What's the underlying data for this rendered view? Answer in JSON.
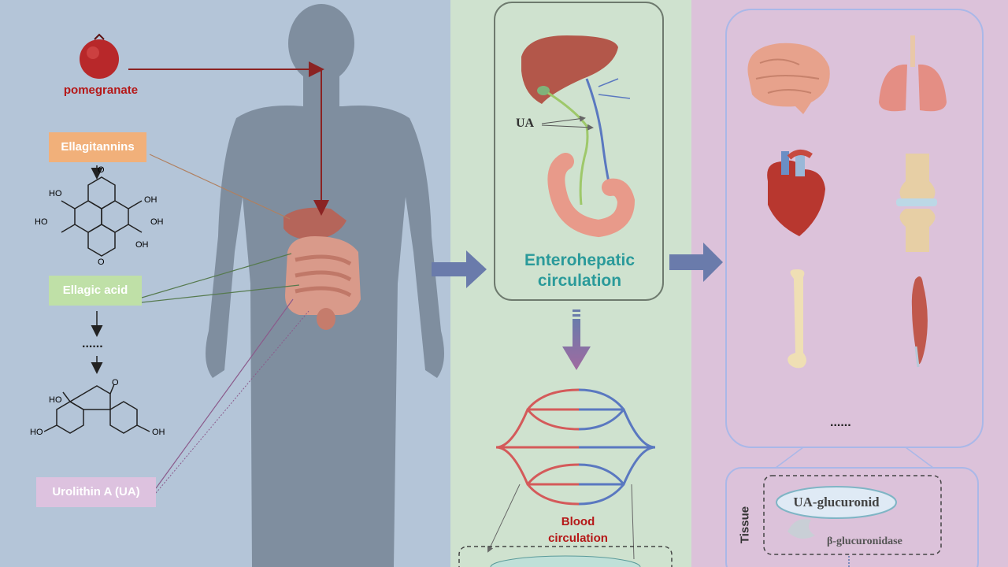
{
  "left": {
    "pomegranate": "pomegranate",
    "ellagitannins": "Ellagitannins",
    "ellagic_acid": "Ellagic acid",
    "dots": "......",
    "urolithin": "Urolithin A (UA)",
    "ho": "HO",
    "oh": "OH",
    "o": "O"
  },
  "middle": {
    "ua": "UA",
    "entero_line1": "Enterohepatic",
    "entero_line2": "circulation",
    "blood_line1": "Blood",
    "blood_line2": "circulation"
  },
  "right": {
    "dots": "......",
    "tissue": "Tissue",
    "ua_glucuronid": "UA-glucuronid",
    "beta_glucuronidase": "β-glucuronidase"
  },
  "colors": {
    "left_bg": "#b4c5d8",
    "middle_bg": "#cfe2cf",
    "right_bg": "#dcc2da",
    "arrow_dark_red": "#8b2323",
    "flow_arrow": "#6a7bab",
    "entero_text": "#2a9a9a",
    "blood_text": "#b51818",
    "ellagitannins_box": "#f1b07a",
    "ellagic_box": "#bfe0a7",
    "urolithin_box": "#ddc2df"
  }
}
